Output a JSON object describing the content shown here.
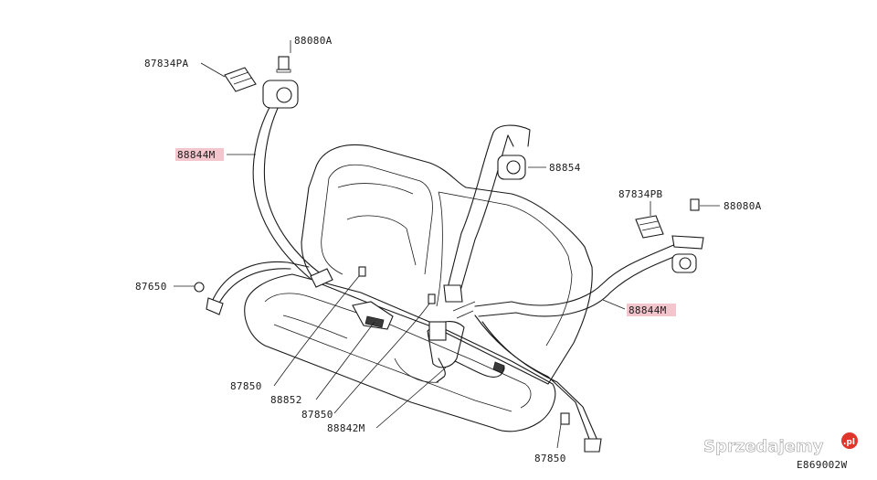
{
  "labels": {
    "bolt_upper_left": "88080A",
    "cover_left": "87834PA",
    "belt_left": "88844M",
    "center_retractor": "88854",
    "cover_right": "87834PB",
    "bolt_right": "88080A",
    "buckle_left": "87650",
    "belt_right": "88844M",
    "buckle_87850_a": "87850",
    "buckle_88852": "88852",
    "buckle_87850_b": "87850",
    "buckle_88842m": "88842M",
    "bolt_87850_bottom": "87850",
    "diagram_code": "E869002W"
  },
  "watermark": {
    "text": "Sprzedajemy",
    "suffix": ".pl"
  },
  "colors": {
    "highlight": "#f3c6ce",
    "line": "#1a1a1a",
    "watermark_dot": "#e0352b"
  }
}
